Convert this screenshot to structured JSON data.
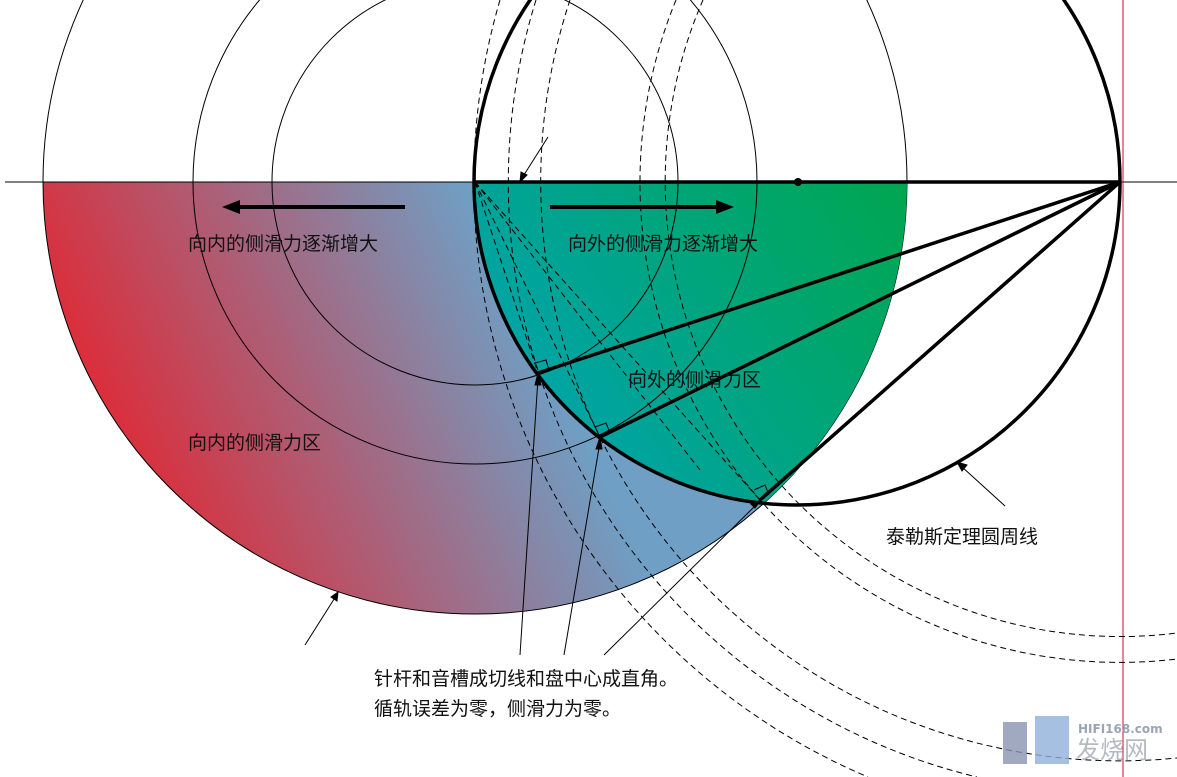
{
  "labels": {
    "inward_increase": "向内的侧滑力逐渐增大",
    "outward_increase": "向外的侧滑力逐渐增大",
    "outward_zone": "向外的侧滑力区",
    "inward_zone": "向内的侧滑力区",
    "thales_circle": "泰勒斯定理圆周线",
    "note_line1": "针杆和音槽成切线和盘中心成直角。",
    "note_line2": "循轨误差为零，侧滑力为零。"
  },
  "watermark": {
    "site": "HIFI168.com",
    "name": "发烧网"
  },
  "colors": {
    "red": "#e8202a",
    "blue_gray": "#6f9fc4",
    "green": "#00a651",
    "teal": "#00a3b4"
  }
}
